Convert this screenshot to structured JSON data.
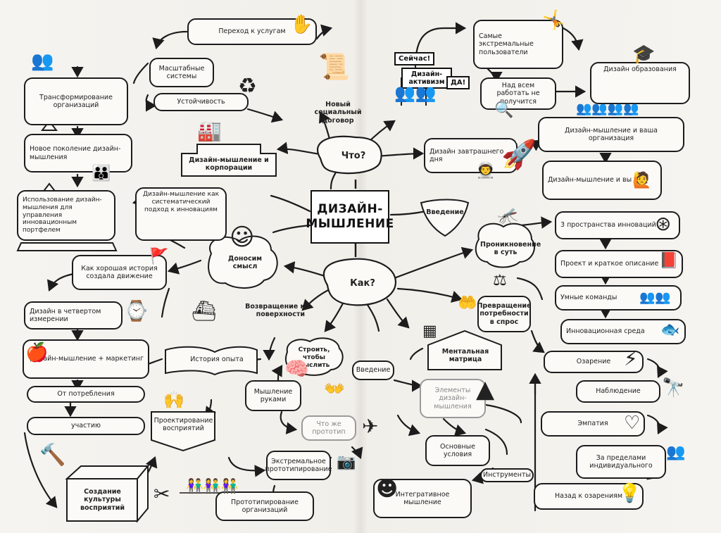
{
  "center": {
    "title": "ДИЗАЙН-МЫШЛЕНИЕ"
  },
  "hubs": {
    "what": "Что?",
    "how": "Как?",
    "intro": "Введение"
  },
  "signs": {
    "now": "Сейчас!",
    "activism": "Дизайн-активизм",
    "yes": "ДА!"
  },
  "left_column": {
    "services": "Переход к услугам",
    "scalable": "Масштабные системы",
    "sustainability": "Устойчивость",
    "transform": "Трансформирование организаций",
    "newgen": "Новое поколение дизайн-мышления",
    "portfolio": "Использование дизайн-мышления для управления инновационным портфелем",
    "corporations": "Дизайн-мышление и корпорации",
    "systematic": "Дизайн-мышление как систематический подход к инновациям",
    "story": "Как хорошая история создала движение",
    "fourth": "Дизайн в четвертом измерении",
    "marketing": "Дизайн-мышление + маркетинг",
    "consumption": "От потребления",
    "participation": "участию",
    "culture": "Создание культуры восприятий",
    "experience_design": "Проектирование восприятий",
    "history": "История опыта"
  },
  "middle": {
    "contract": "Новый социальный договор",
    "meaning": "Доносим смысл",
    "surface": "Возвращение к поверхности",
    "think": "Строить, чтобы мыслить",
    "hands": "Мышление руками",
    "what_proto": "Что же прототип",
    "extreme_proto": "Экстремальное прототипирование",
    "org_proto": "Прототипирование организаций"
  },
  "right_column": {
    "extreme_users": "Самые экстремальные пользователи",
    "all_wont": "Над всем работать не получится",
    "education": "Дизайн образования",
    "tomorrow": "Дизайн завтрашнего дня",
    "org": "Дизайн-мышление и ваша организация",
    "you": "Дизайн-мышление и вы",
    "three_spaces": "3 пространства инноваций",
    "project_brief": "Проект и краткое описание",
    "smart_teams": "Умные команды",
    "environment": "Инновационная среда",
    "insight": "Проникновение в суть",
    "needs": "Превращение потребности в спрос",
    "mental": "Ментальная матрица",
    "mental_intro": "Введение",
    "elements": "Элементы дизайн-мышления",
    "conditions": "Основные условия",
    "tools": "Инструменты",
    "integrative": "Интегративное мышление",
    "inspiration": "Озарение",
    "observation": "Наблюдение",
    "empathy": "Эмпатия",
    "beyond": "За пределами индивидуального",
    "back": "Назад к озарениям"
  },
  "icons": [
    "hand-icon",
    "manuscript-icon",
    "recycle-icon",
    "factory-icon",
    "audience-icon",
    "book-icon",
    "person-icon",
    "teacher-icon",
    "rocket-icon",
    "astronaut-icon",
    "graduation-cap-icon",
    "magnifier-icon",
    "crowd-icon",
    "mosquito-icon",
    "venn-icon",
    "tools-icon",
    "bulb-icon",
    "binoculars-icon",
    "heart-icon",
    "lightning-icon",
    "camera-icon",
    "plane-icon",
    "submarine-icon",
    "watch-icon",
    "apples-icon",
    "hammer-icon",
    "scissors-icon",
    "brain-icon",
    "face-icon"
  ]
}
